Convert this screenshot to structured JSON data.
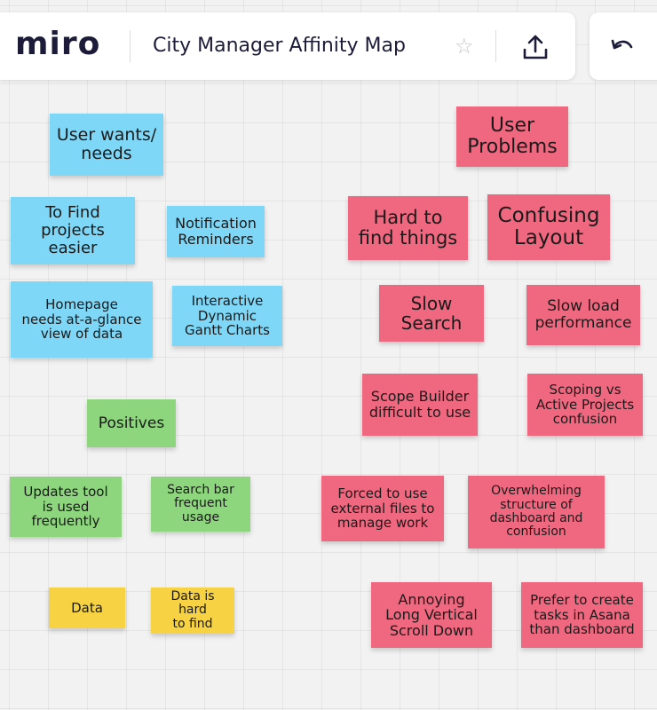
{
  "toolbar": {
    "logo": "miro",
    "board_title": "City Manager Affinity Map",
    "star_icon": "star-icon",
    "share_icon": "upload-icon",
    "undo_icon": "undo-icon"
  },
  "colors": {
    "blue_note": "#7fd7f7",
    "pink_note": "#f0687f",
    "green_note": "#8ed67e",
    "yellow_note": "#f7d344"
  },
  "notes": {
    "user_wants_needs": "User wants/\nneeds",
    "to_find_projects": "To Find\nprojects\neasier",
    "notification_reminders": "Notification\nReminders",
    "homepage_glance": "Homepage\nneeds at-a-glance\nview of data",
    "gantt_charts": "Interactive\nDynamic\nGantt Charts",
    "positives": "Positives",
    "updates_tool": "Updates tool\nis used\nfrequently",
    "search_bar_usage": "Search bar\nfrequent\nusage",
    "data": "Data",
    "data_hard_to_find": "Data is hard\nto find",
    "user_problems": "User\nProblems",
    "hard_to_find": "Hard to\nfind things",
    "confusing_layout": "Confusing\nLayout",
    "slow_search": "Slow\nSearch",
    "slow_load": "Slow load\nperformance",
    "scope_builder": "Scope Builder\ndifficult to use",
    "scoping_vs_active": "Scoping vs\nActive Projects\nconfusion",
    "forced_external": "Forced to use\nexternal files to\nmanage work",
    "overwhelming_structure": "Overwhelming\nstructure of\ndashboard and\nconfusion",
    "long_scroll": "Annoying\nLong Vertical\nScroll Down",
    "prefer_asana": "Prefer to create\ntasks in Asana\nthan dashboard"
  }
}
